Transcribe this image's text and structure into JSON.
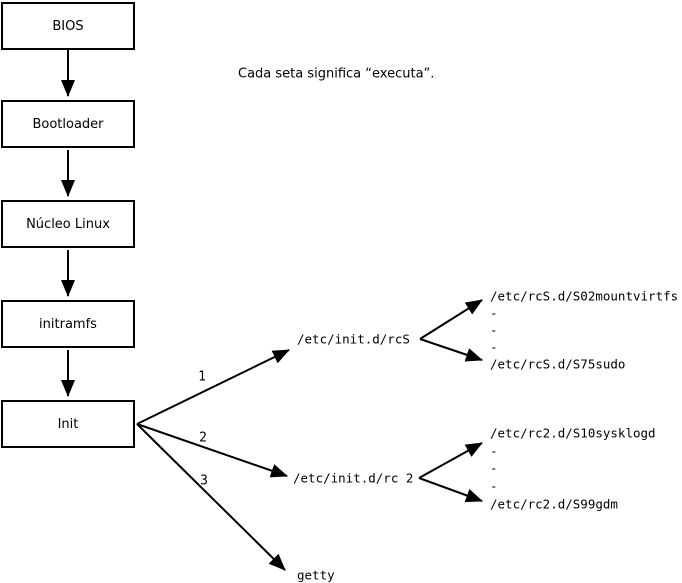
{
  "annotation": "Cada seta significa “executa”.",
  "boxes": [
    {
      "id": "bios",
      "label": "BIOS"
    },
    {
      "id": "bootloader",
      "label": "Bootloader"
    },
    {
      "id": "kernel",
      "label": "Núcleo Linux"
    },
    {
      "id": "initramfs",
      "label": "initramfs"
    },
    {
      "id": "init",
      "label": "Init"
    }
  ],
  "fan": [
    {
      "number": "1",
      "target": "/etc/init.d/rcS"
    },
    {
      "number": "2",
      "target": "/etc/init.d/rc 2"
    },
    {
      "number": "3",
      "target": "getty"
    }
  ],
  "rcS_children": [
    "/etc/rcS.d/S02mountvirtfs",
    "-",
    "-",
    "-",
    "/etc/rcS.d/S75sudo"
  ],
  "rc2_children": [
    "/etc/rc2.d/S10sysklogd",
    "-",
    "-",
    "-",
    "/etc/rc2.d/S99gdm"
  ],
  "colors": {
    "line": "#000000",
    "background": "#ffffff"
  }
}
